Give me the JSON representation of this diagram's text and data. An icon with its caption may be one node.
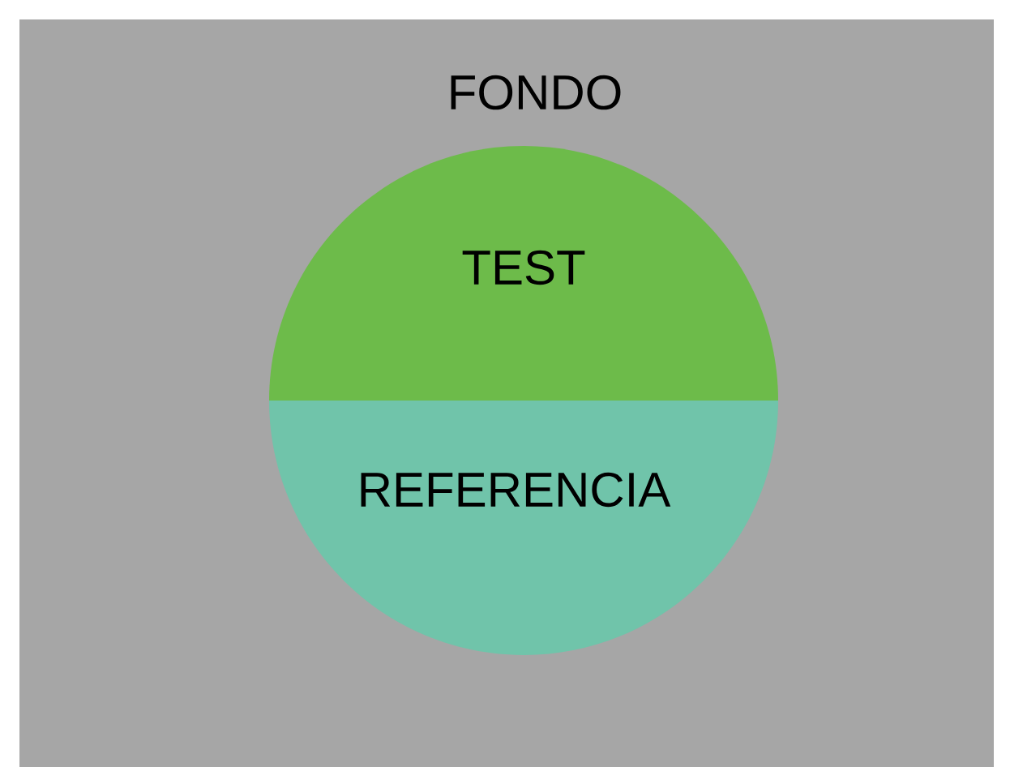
{
  "diagram": {
    "nodes": [
      {
        "text": [
          "FONDO"
        ]
      },
      {
        "text": [
          "TEST"
        ],
        "in": 0
      },
      {
        "text": [
          "REFERENCIA"
        ],
        "in": 0
      }
    ]
  }
}
